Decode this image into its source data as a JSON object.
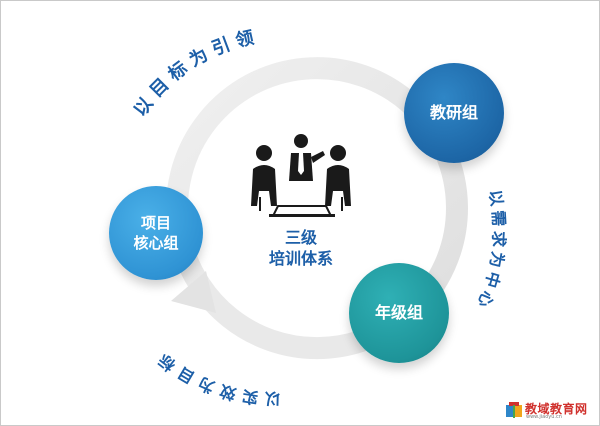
{
  "nodes": {
    "top_right": "教研组",
    "left_line1": "项目",
    "left_line2": "核心组",
    "bottom_right": "年级组"
  },
  "center": {
    "line1": "三级",
    "line2": "培训体系"
  },
  "arc_labels": {
    "top_left": "以目标为引领",
    "right": "以需求为中心",
    "bottom": "以实效为目标"
  },
  "logo": {
    "name": "教域教育网",
    "sub": "www.jiaoyu.cn"
  },
  "colors": {
    "node_top_right": "#1d66a6",
    "node_left": "#2f93d4",
    "node_bottom_right": "#1e9499",
    "label_text": "#1d5fa8",
    "ring": "#e8e8e8"
  },
  "icons": {
    "center": "meeting-people-icon",
    "logo": "book-logo-icon"
  }
}
